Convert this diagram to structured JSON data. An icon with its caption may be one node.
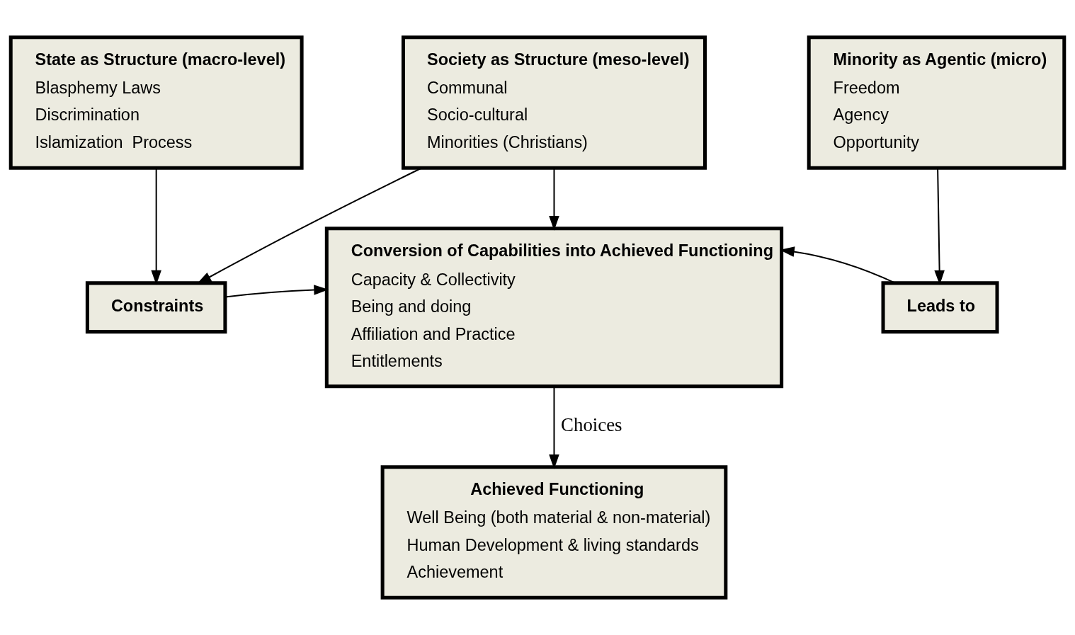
{
  "diagram": {
    "nodes": [
      {
        "text": [
          "State as Structure (macro-level)",
          "Blasphemy Laws",
          "Discrimination",
          "Islamization  Process"
        ]
      },
      {
        "text": [
          "Society as Structure (meso-level)",
          "Communal",
          "Socio-cultural",
          "Minorities (Christians)"
        ]
      },
      {
        "text": [
          "Minority as Agentic (micro)",
          "Freedom",
          "Agency",
          "Opportunity"
        ]
      },
      {
        "text": [
          "Constraints"
        ]
      },
      {
        "text": [
          "Conversion of Capabilities into Achieved Functioning",
          "Capacity & Collectivity",
          "Being and doing",
          "Affiliation and Practice",
          "Entitlements"
        ]
      },
      {
        "text": [
          "Leads to"
        ]
      },
      {
        "text": [
          "Achieved Functioning",
          "Well Being (both material & non-material)",
          "Human Development & living standards",
          "Achievement"
        ]
      }
    ],
    "edges": [
      {
        "from": 0,
        "to": 3,
        "arrow": "to"
      },
      {
        "from": 1,
        "to": 3,
        "arrow": "to"
      },
      {
        "from": 1,
        "to": 4,
        "arrow": "to"
      },
      {
        "from": 2,
        "to": 5,
        "arrow": "to"
      },
      {
        "from": 3,
        "to": 4,
        "arrow": "to"
      },
      {
        "from": 5,
        "to": 4,
        "arrow": "to"
      },
      {
        "from": 4,
        "to": 6,
        "arrow": "to",
        "label": "Choices"
      }
    ]
  }
}
